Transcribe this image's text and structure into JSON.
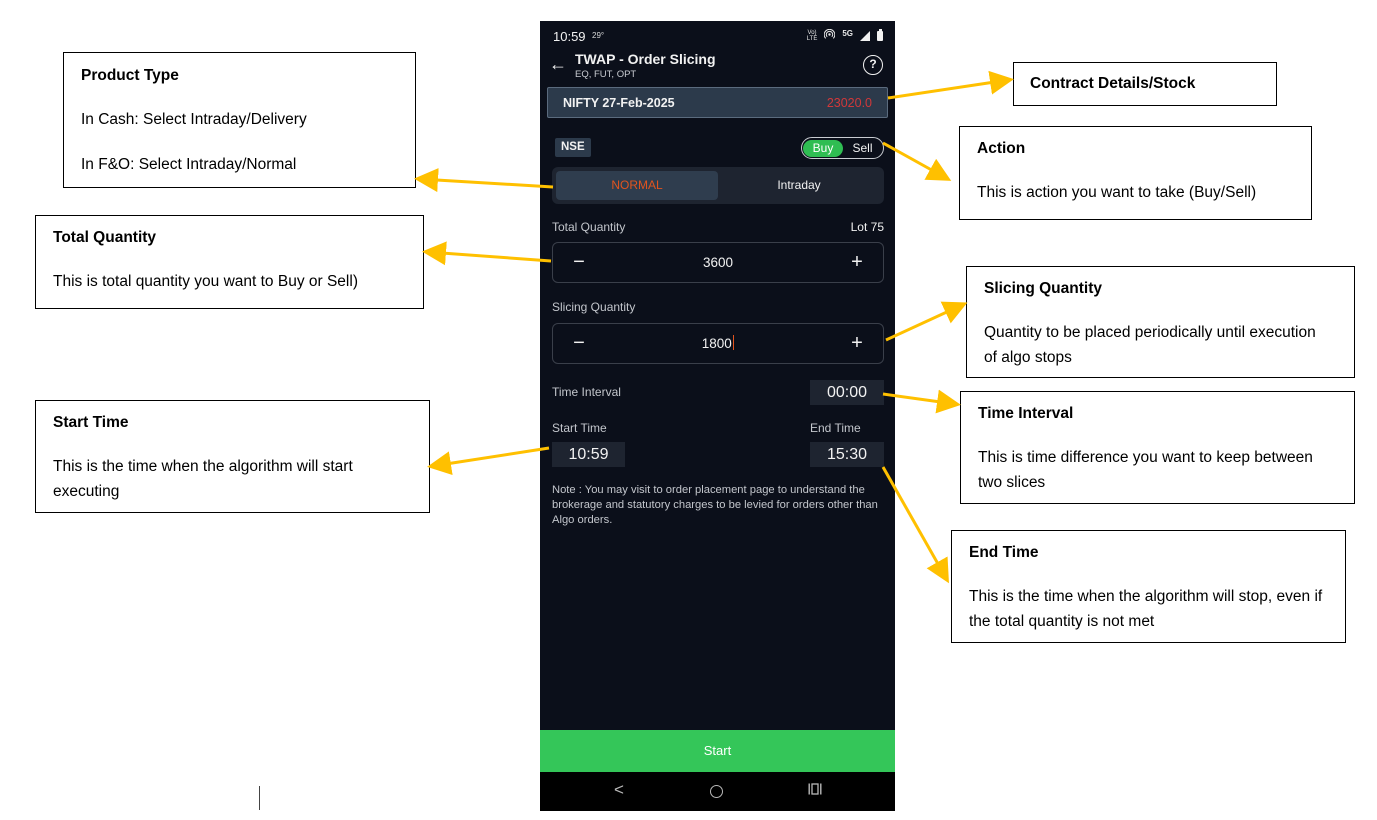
{
  "phone": {
    "status_bar": {
      "time": "10:59",
      "temperature": "29°",
      "network_label": "Vo) LTE",
      "network_type": "5G",
      "icons": [
        "volte-icon",
        "hotspot-icon",
        "signal-icon",
        "battery-icon"
      ]
    },
    "header": {
      "title": "TWAP - Order Slicing",
      "subtitle": "EQ, FUT, OPT",
      "back_icon": "←",
      "help_icon": "?"
    },
    "contract": {
      "name": "NIFTY 27-Feb-2025",
      "price": "23020.0"
    },
    "exchange": "NSE",
    "action_toggle": {
      "buy_label": "Buy",
      "sell_label": "Sell",
      "selected": "Buy"
    },
    "product_type": {
      "options": [
        "NORMAL",
        "Intraday"
      ],
      "selected": "NORMAL"
    },
    "total_quantity": {
      "label": "Total Quantity",
      "lot_label": "Lot 75",
      "value": "3600",
      "minus": "−",
      "plus": "+"
    },
    "slicing_quantity": {
      "label": "Slicing Quantity",
      "value": "1800",
      "minus": "−",
      "plus": "+"
    },
    "time_interval": {
      "label": "Time Interval",
      "value": "00:00"
    },
    "start_time": {
      "label": "Start Time",
      "value": "10:59"
    },
    "end_time": {
      "label": "End Time",
      "value": "15:30"
    },
    "note": "Note : You may visit to order placement page to understand the brokerage and statutory charges to be levied for orders other than Algo orders.",
    "start_button": "Start",
    "nav_bar": {
      "back": "<",
      "home": "○",
      "recents": "|||"
    }
  },
  "annotations": {
    "product_type": {
      "title": "Product Type",
      "line1": "In Cash: Select Intraday/Delivery",
      "line2": "In F&O: Select Intraday/Normal"
    },
    "contract": {
      "title": "Contract Details/Stock"
    },
    "action": {
      "title": "Action",
      "body": "This is action you want to take (Buy/Sell)"
    },
    "total_quantity": {
      "title": "Total Quantity",
      "body": "This is total quantity you want to Buy or Sell)"
    },
    "slicing_quantity": {
      "title": "Slicing Quantity",
      "body": "Quantity to be placed periodically until execution of algo stops"
    },
    "start_time": {
      "title": "Start Time",
      "body": "This is the time when the algorithm will start executing"
    },
    "time_interval": {
      "title": "Time Interval",
      "body": "This is time difference you want to keep between two slices"
    },
    "end_time": {
      "title": "End Time",
      "body": "This is the time when the algorithm will stop, even if the total quantity is not met"
    }
  },
  "colors": {
    "phone_bg": "#0b0f1a",
    "buy_green": "#2fbd52",
    "start_green": "#34c659",
    "price_red": "#d1383a",
    "normal_orange": "#e0541f",
    "arrow_yellow": "#ffc000",
    "chip_bg": "#2c3a4b"
  }
}
